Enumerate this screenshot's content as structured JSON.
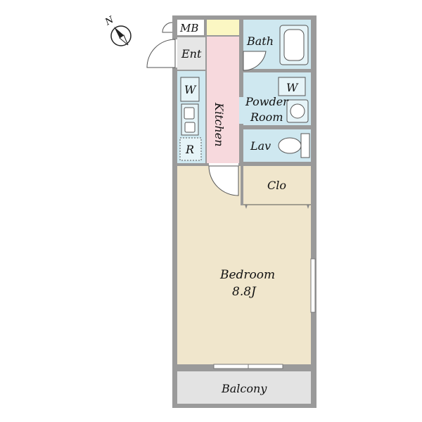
{
  "compass": {
    "north_label": "N"
  },
  "rooms": {
    "mb": "MB",
    "entrance": "Ent",
    "kitchen": "Kitchen",
    "washer_left": "W",
    "refrigerator": "R",
    "bath": "Bath",
    "washer_right": "W",
    "powder_line1": "Powder",
    "powder_line2": "Room",
    "lavatory": "Lav",
    "closet": "Clo",
    "bedroom": "Bedroom",
    "bedroom_size": "8.8J",
    "balcony": "Balcony"
  },
  "colors": {
    "wall": "#9a9a9a",
    "entrance_floor": "#e6e6e6",
    "kitchen_floor": "#f7d9dd",
    "wet_area_floor": "#cfe8f0",
    "closet_floor": "#fbf7c3",
    "bedroom_floor": "#f0e6cc",
    "balcony_floor": "#e3e3e3"
  }
}
